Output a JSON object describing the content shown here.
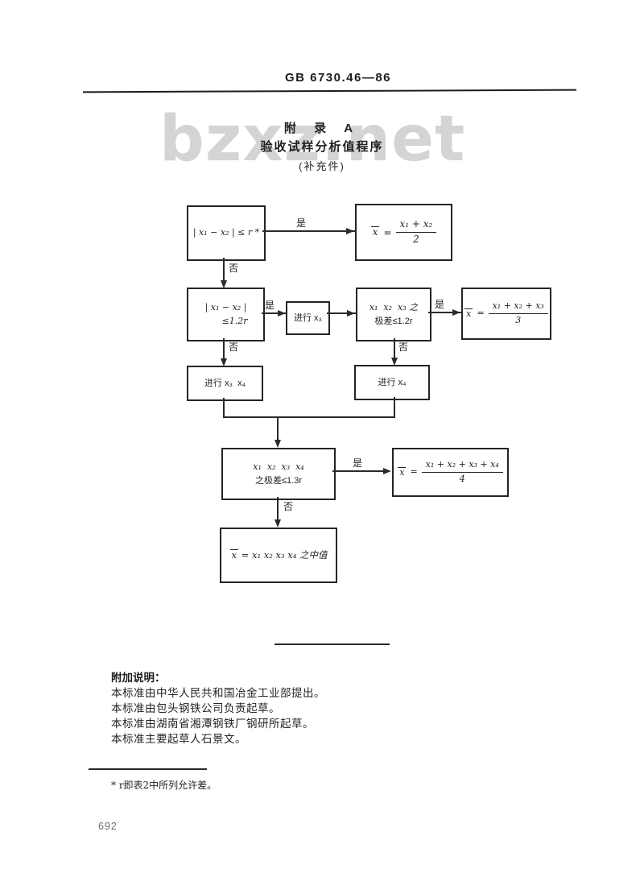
{
  "page": {
    "header": "GB 6730.46—86",
    "appendix_title": "附 录 A",
    "subtitle": "验收试样分析值程序",
    "subtitle_note": "(补充件)",
    "watermark": "bzxz.net",
    "page_number": "692"
  },
  "flowchart": {
    "labels": {
      "yes": "是",
      "no": "否"
    },
    "boxes": {
      "check2": "| x₁ − x₂ | ≤ r *",
      "mean2": {
        "lhs": "x",
        "eq": "=",
        "num": "x₁ + x₂",
        "den": "2"
      },
      "check12r": {
        "line1": "| x₁ − x₂ |",
        "line2": "≤1.2r"
      },
      "run3": "进行 x₃",
      "check3": {
        "line1": "x₁  x₂  x₃ 之",
        "line2": "极差≤1.2r"
      },
      "mean3": {
        "lhs": "x",
        "eq": "=",
        "num": "x₁ + x₂ + x₃",
        "den": "3"
      },
      "run34": "进行 x₃  x₄",
      "run4": "进行 x₄",
      "check4": {
        "line1": "x₁  x₂  x₃  x₄",
        "line2": "之极差≤1.3r"
      },
      "mean4": {
        "lhs": "x",
        "eq": "=",
        "num": "x₁ + x₂ + x₃ + x₄",
        "den": "4"
      },
      "median": {
        "lhs": "x",
        "rest": "= x₁ x₂ x₃ x₄ 之中值"
      }
    }
  },
  "notes": {
    "heading": "附加说明：",
    "lines": [
      "本标准由中华人民共和国冶金工业部提出。",
      "本标准由包头钢铁公司负责起草。",
      "本标准由湖南省湘潭钢铁厂钢研所起草。",
      "本标准主要起草人石景文。"
    ]
  },
  "footnote": "* r即表2中所列允许差。"
}
